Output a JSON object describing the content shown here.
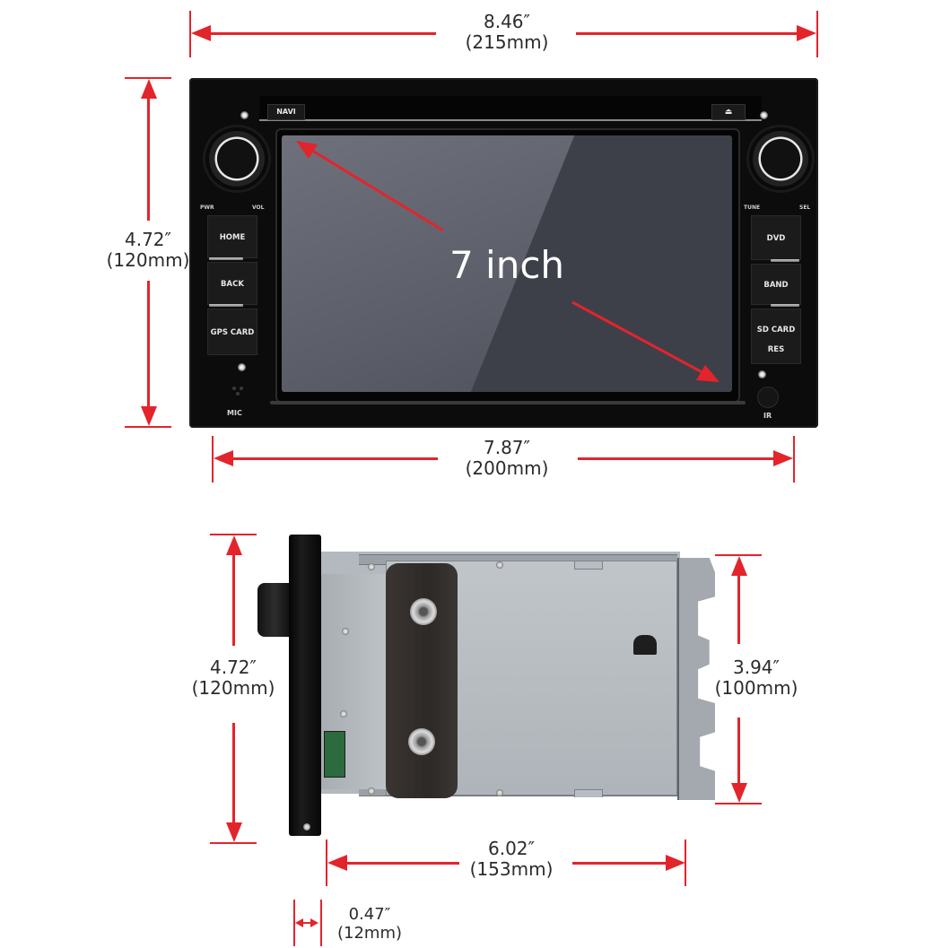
{
  "product": "Car stereo head unit dimension diagram",
  "colors": {
    "dimension_line": "#e3242b",
    "dimension_text": "#2b2b2b",
    "unit_body": "#0c0c0c",
    "screen_light": "#6e717c",
    "screen_dark": "#3e4049",
    "chassis": "#b3b9be"
  },
  "front_view": {
    "overall_width": {
      "inch": "8.46″",
      "mm": "(215mm)"
    },
    "overall_height": {
      "inch": "4.72″",
      "mm": "(120mm)"
    },
    "chassis_width": {
      "inch": "7.87″",
      "mm": "(200mm)"
    },
    "screen_label": "7 inch",
    "buttons": {
      "navi": "NAVI",
      "eject": "⏏",
      "left": [
        "HOME",
        "BACK",
        "GPS CARD"
      ],
      "right": [
        "DVD",
        "BAND",
        "SD CARD",
        "RES"
      ]
    },
    "knob_labels": {
      "left_a": "PWR",
      "left_b": "VOL",
      "right_a": "TUNE",
      "right_b": "SEL"
    },
    "port_labels": {
      "mic": "MIC",
      "ir": "IR"
    }
  },
  "side_view": {
    "face_height": {
      "inch": "4.72″",
      "mm": "(120mm)"
    },
    "chassis_height": {
      "inch": "3.94″",
      "mm": "(100mm)"
    },
    "chassis_depth": {
      "inch": "6.02″",
      "mm": "(153mm)"
    },
    "face_thickness": {
      "inch": "0.47″",
      "mm": "(12mm)"
    }
  }
}
